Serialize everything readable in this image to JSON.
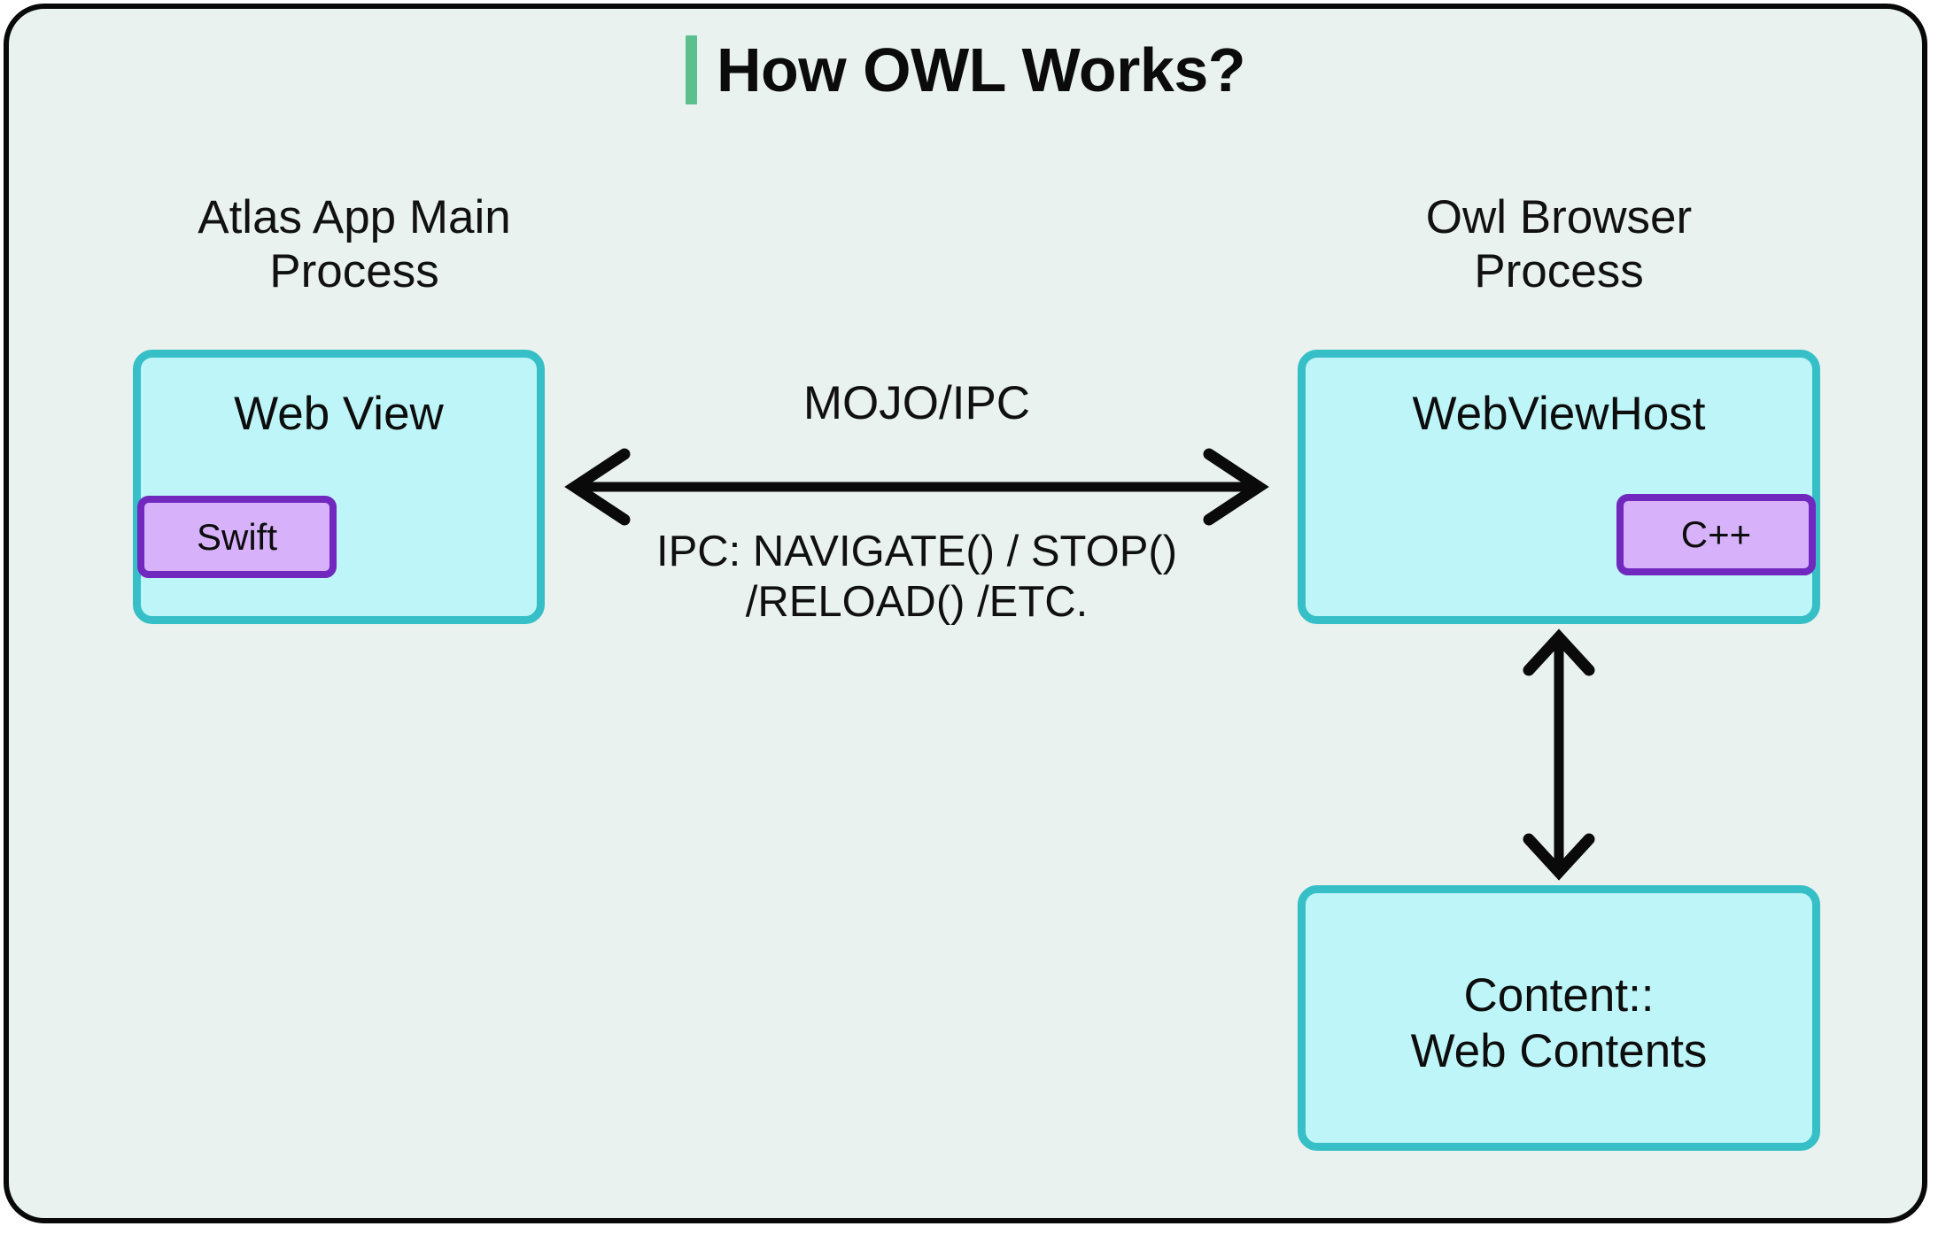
{
  "title": {
    "text": "How OWL Works?",
    "accent_color": "#5cc08e"
  },
  "canvas": {
    "background_color": "#e9f2ee",
    "border_color": "#090909"
  },
  "columns": {
    "left_caption": "Atlas App Main\nProcess",
    "right_caption": "Owl Browser\nProcess"
  },
  "boxes": {
    "webview": {
      "label": "Web View",
      "fill_color": "#bdf5f8",
      "border_color": "#36bfc7"
    },
    "webviewhost": {
      "label": "WebViewHost",
      "fill_color": "#bdf5f8",
      "border_color": "#36bfc7"
    },
    "webcontents": {
      "label": "Content::\nWeb Contents",
      "fill_color": "#bdf5f8",
      "border_color": "#36bfc7"
    }
  },
  "badges": {
    "swift": {
      "label": "Swift",
      "fill_color": "#d7b2fb",
      "border_color": "#7028be"
    },
    "cpp": {
      "label": "C++",
      "fill_color": "#d7b2fb",
      "border_color": "#7028be"
    }
  },
  "connectors": {
    "ipc_channel_label": "MOJO/IPC",
    "ipc_methods_label": "IPC: NAVIGATE() / STOP()\n/RELOAD() /ETC.",
    "horizontal_arrow_icon": "double-headed-horizontal-arrow-icon",
    "vertical_arrow_icon": "double-headed-vertical-arrow-icon",
    "arrow_color": "#0a0a0a"
  }
}
